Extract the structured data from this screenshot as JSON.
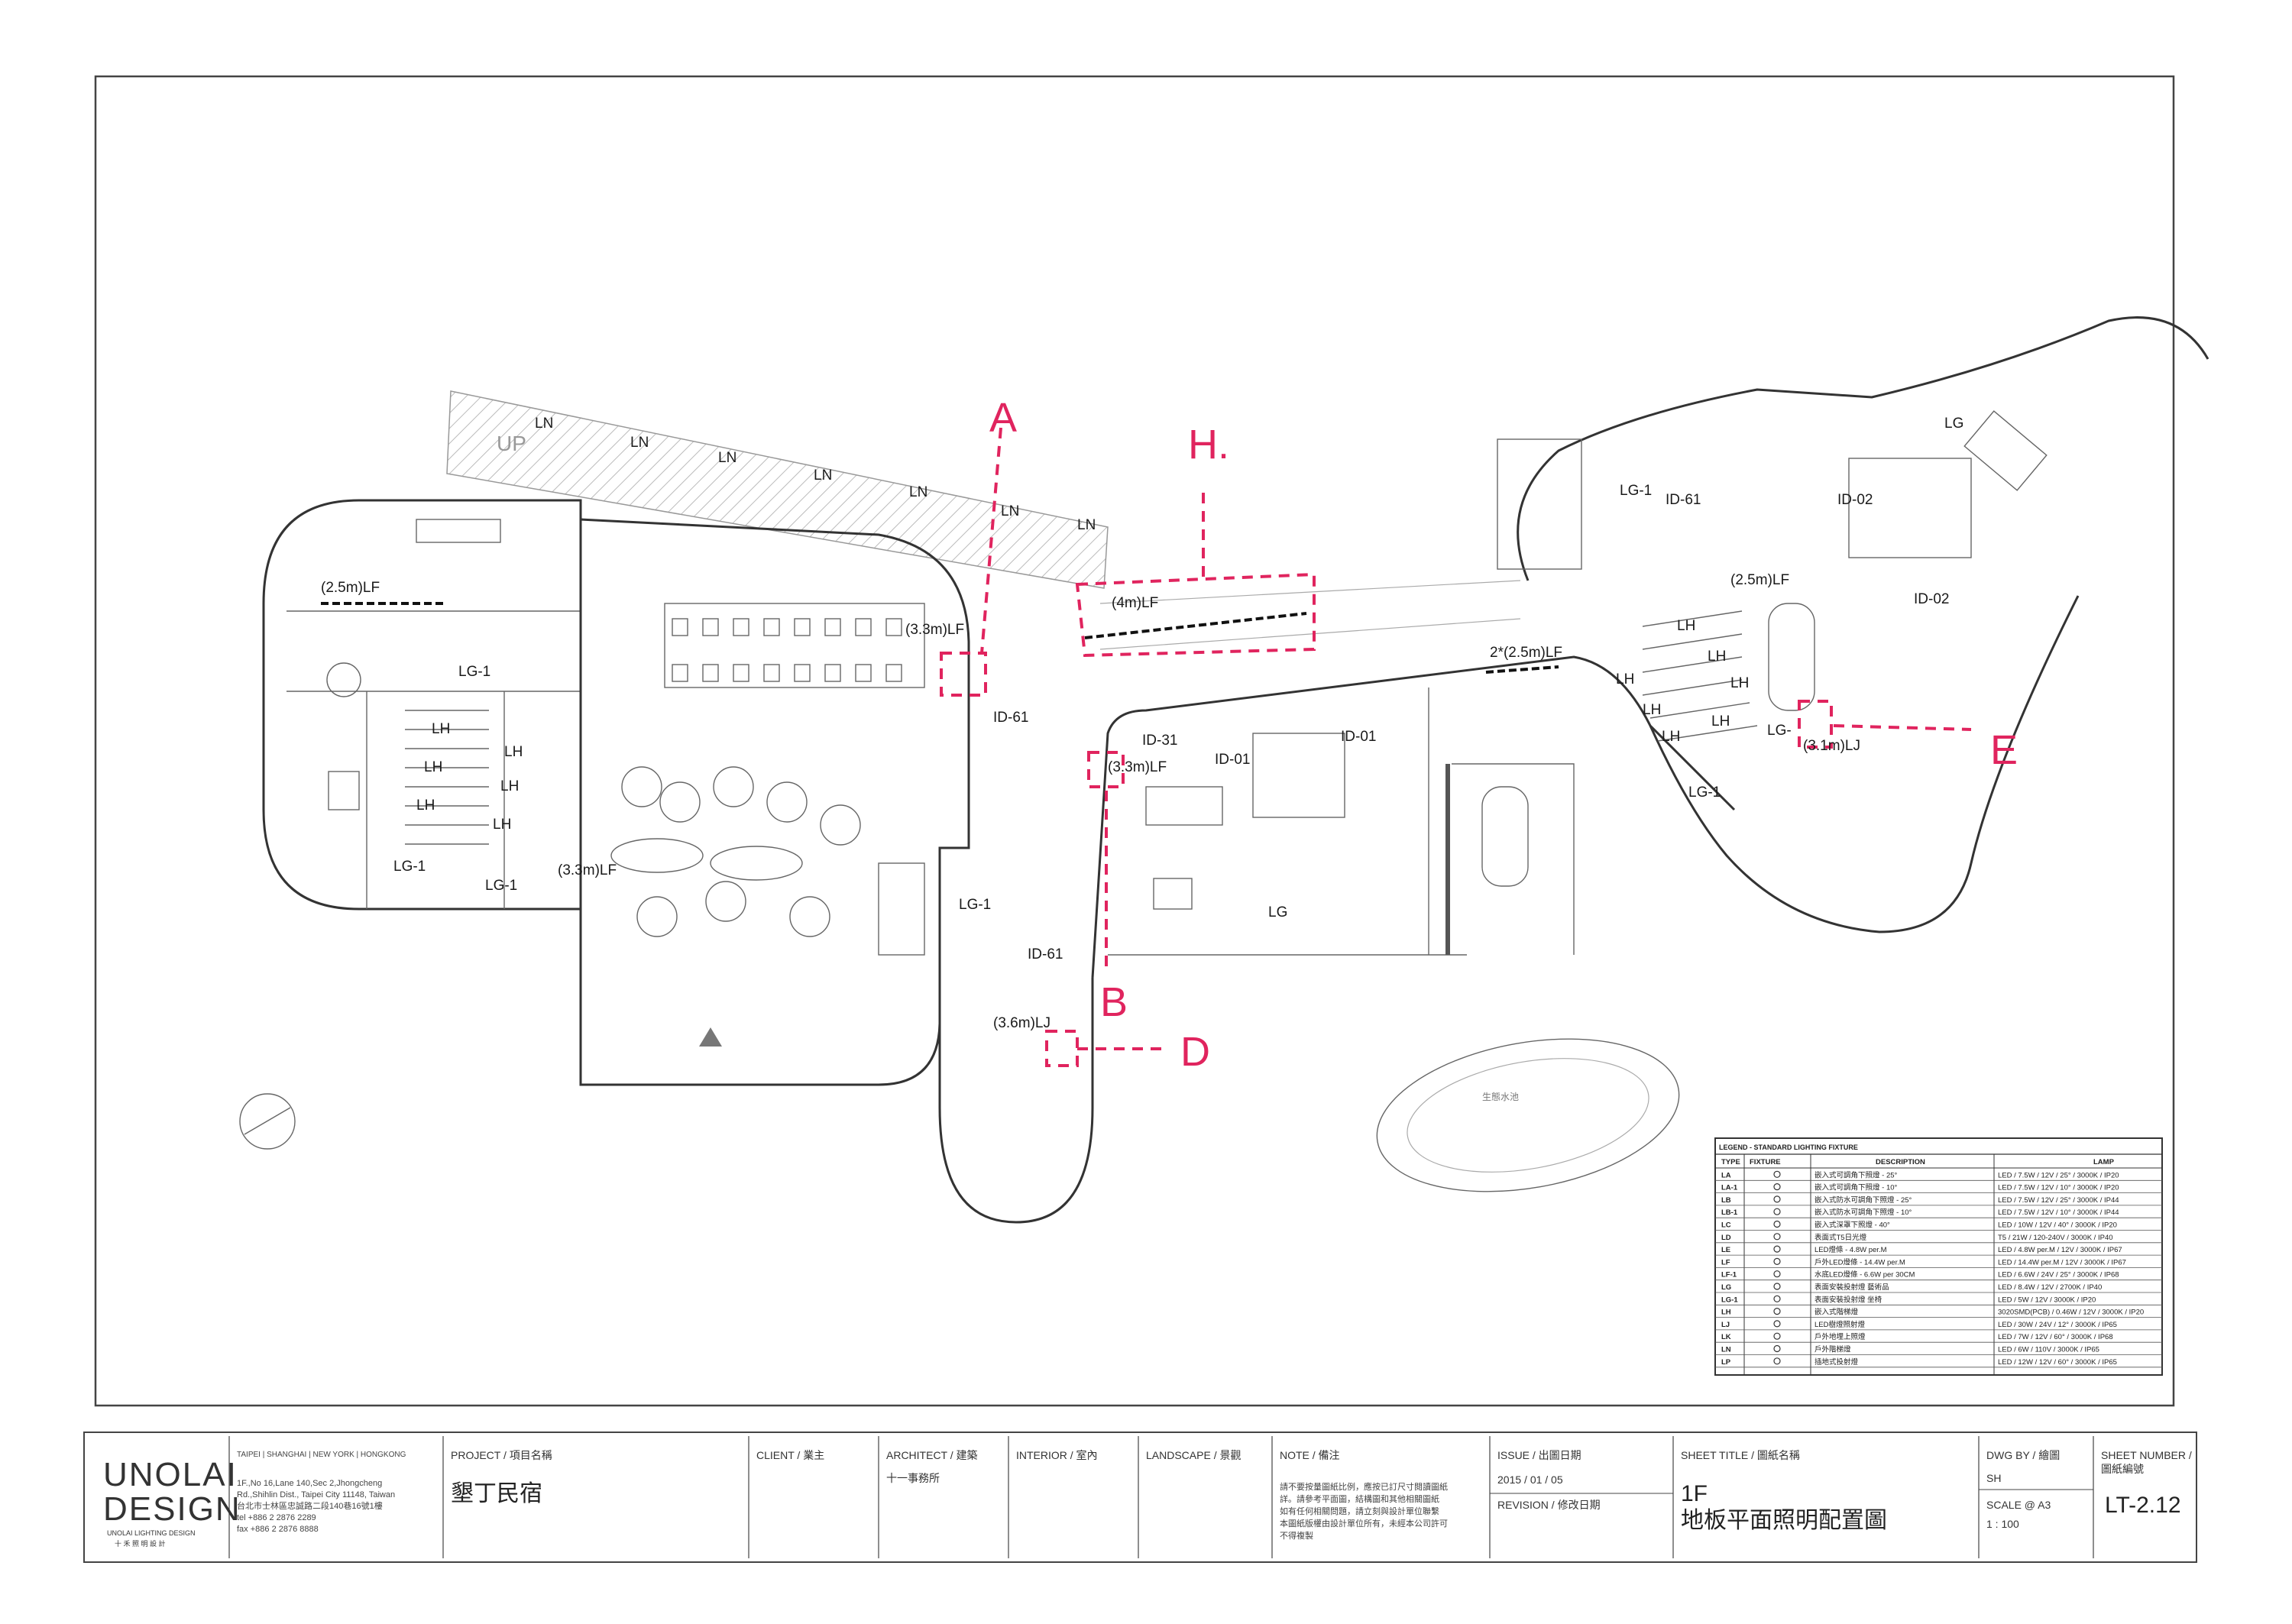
{
  "plan": {
    "up_text": "UP",
    "ln_labels": [
      "LN",
      "LN",
      "LN",
      "LN",
      "LN",
      "LN",
      "LN"
    ],
    "lf_labels": {
      "lf_2_5": "(2.5m)LF",
      "lf_3_3_top": "(3.3m)LF",
      "lf_4": "(4m)LF",
      "lf_3_3_bottom": "(3.3m)LF",
      "lf_3_3_mid": "(3.3m)LF",
      "lf_2_5_right": "(2.5m)LF",
      "lf_2x2_5": "2*(2.5m)LF"
    },
    "lh_label": "LH",
    "lg_labels": {
      "lg1": "LG-1",
      "lg": "LG",
      "lg_prefix": "LG-"
    },
    "id_labels": {
      "id61": "ID-61",
      "id31": "ID-31",
      "id01": "ID-01",
      "id02": "ID-02"
    },
    "lj_labels": {
      "lj_3_6": "(3.6m)LJ",
      "lj_3_1": "(3.1m)LJ"
    },
    "pool_text": "生態水池",
    "markers": {
      "a": "A",
      "h": "H.",
      "b": "B",
      "d": "D",
      "e": "E"
    }
  },
  "legend": {
    "title": "LEGEND - STANDARD LIGHTING FIXTURE",
    "headers": [
      "TYPE",
      "FIXTURE",
      "DESCRIPTION",
      "LAMP"
    ],
    "rows": [
      {
        "type": "LA",
        "desc": "嵌入式可調角下照燈 - 25°",
        "lamp": "LED / 7.5W / 12V / 25° / 3000K / IP20"
      },
      {
        "type": "LA-1",
        "desc": "嵌入式可調角下照燈 - 10°",
        "lamp": "LED / 7.5W / 12V / 10° / 3000K / IP20"
      },
      {
        "type": "LB",
        "desc": "嵌入式防水可調角下照燈 - 25°",
        "lamp": "LED / 7.5W / 12V / 25° / 3000K / IP44"
      },
      {
        "type": "LB-1",
        "desc": "嵌入式防水可調角下照燈 - 10°",
        "lamp": "LED / 7.5W / 12V / 10° / 3000K / IP44"
      },
      {
        "type": "LC",
        "desc": "嵌入式深罩下照燈 - 40°",
        "lamp": "LED / 10W / 12V / 40° / 3000K / IP20"
      },
      {
        "type": "LD",
        "desc": "表面式T5日光燈",
        "lamp": "T5 / 21W / 120-240V / 3000K / IP40"
      },
      {
        "type": "LE",
        "desc": "LED燈條 - 4.8W per.M",
        "lamp": "LED / 4.8W per.M / 12V / 3000K / IP67"
      },
      {
        "type": "LF",
        "desc": "戶外LED燈條 - 14.4W per.M",
        "lamp": "LED / 14.4W per.M / 12V / 3000K / IP67"
      },
      {
        "type": "LF-1",
        "desc": "水底LED燈條 - 6.6W per 30CM",
        "lamp": "LED / 6.6W / 24V / 25° / 3000K / IP68"
      },
      {
        "type": "LG",
        "desc": "表面安裝投射燈 藝術品",
        "lamp": "LED / 8.4W / 12V / 2700K / IP40"
      },
      {
        "type": "LG-1",
        "desc": "表面安裝投射燈 坐椅",
        "lamp": "LED / 5W / 12V / 3000K / IP20"
      },
      {
        "type": "LH",
        "desc": "嵌入式階梯燈",
        "lamp": "3020SMD(PCB) / 0.46W / 12V / 3000K / IP20"
      },
      {
        "type": "LJ",
        "desc": "LED樹燈照射燈",
        "lamp": "LED / 30W / 24V / 12° / 3000K / IP65"
      },
      {
        "type": "LK",
        "desc": "戶外地埋上照燈",
        "lamp": "LED / 7W / 12V / 60° / 3000K / IP68"
      },
      {
        "type": "LN",
        "desc": "戶外階梯燈",
        "lamp": "LED / 6W / 110V / 3000K / IP65"
      },
      {
        "type": "LP",
        "desc": "插地式投射燈",
        "lamp": "LED / 12W / 12V / 60° / 3000K / IP65"
      }
    ]
  },
  "title_block": {
    "logo_line1": "UNOLAI",
    "logo_line2": "DESIGN",
    "logo_sub": "UNOLAI LIGHTING DESIGN",
    "logo_sub_cn": "十 禾 照 明 設 計",
    "cities": "TAIPEI | SHANGHAI | NEW YORK | HONGKONG",
    "address1": "1F.,No 16,Lane 140,Sec 2,Jhongcheng",
    "address2": "Rd.,Shihlin Dist., Taipei City 11148, Taiwan",
    "address3": "台北市士林區忠誠路二段140巷16號1樓",
    "tel": "tel +886 2 2876 2289",
    "fax": "fax +886 2 2876 8888",
    "project_label": "PROJECT / 項目名稱",
    "project_value": "墾丁民宿",
    "client_label": "CLIENT / 業主",
    "architect_label": "ARCHITECT / 建築",
    "architect_value": "十一事務所",
    "interior_label": "INTERIOR / 室內",
    "landscape_label": "LANDSCAPE / 景觀",
    "note_label": "NOTE / 備注",
    "note_lines": [
      "請不要按量圖紙比例，應按已訂尺寸閱讀圖紙",
      "詳。請參考平面圖，結構圖和其他相關圖紙",
      "如有任何相關問題，請立刻與設計單位聯繫",
      "本圖紙版權由設計單位所有，未經本公司許可",
      "不得複製"
    ],
    "issue_label": "ISSUE / 出圖日期",
    "issue_value": "2015 / 01 / 05",
    "revision_label": "REVISION / 修改日期",
    "sheet_title_label": "SHEET TITLE / 圖紙名稱",
    "sheet_title_line1": "1F",
    "sheet_title_line2": "地板平面照明配置圖",
    "dwg_by_label": "DWG BY / 繪圖",
    "dwg_by_value": "SH",
    "scale_label": "SCALE @ A3",
    "scale_value": "1 : 100",
    "sheet_number_label": "SHEET NUMBER /",
    "sheet_number_label2": "圖紙編號",
    "sheet_number_value": "LT-2.12"
  },
  "colors": {
    "annotation": "#e0245e",
    "line": "#333333",
    "paper": "#ffffff"
  }
}
